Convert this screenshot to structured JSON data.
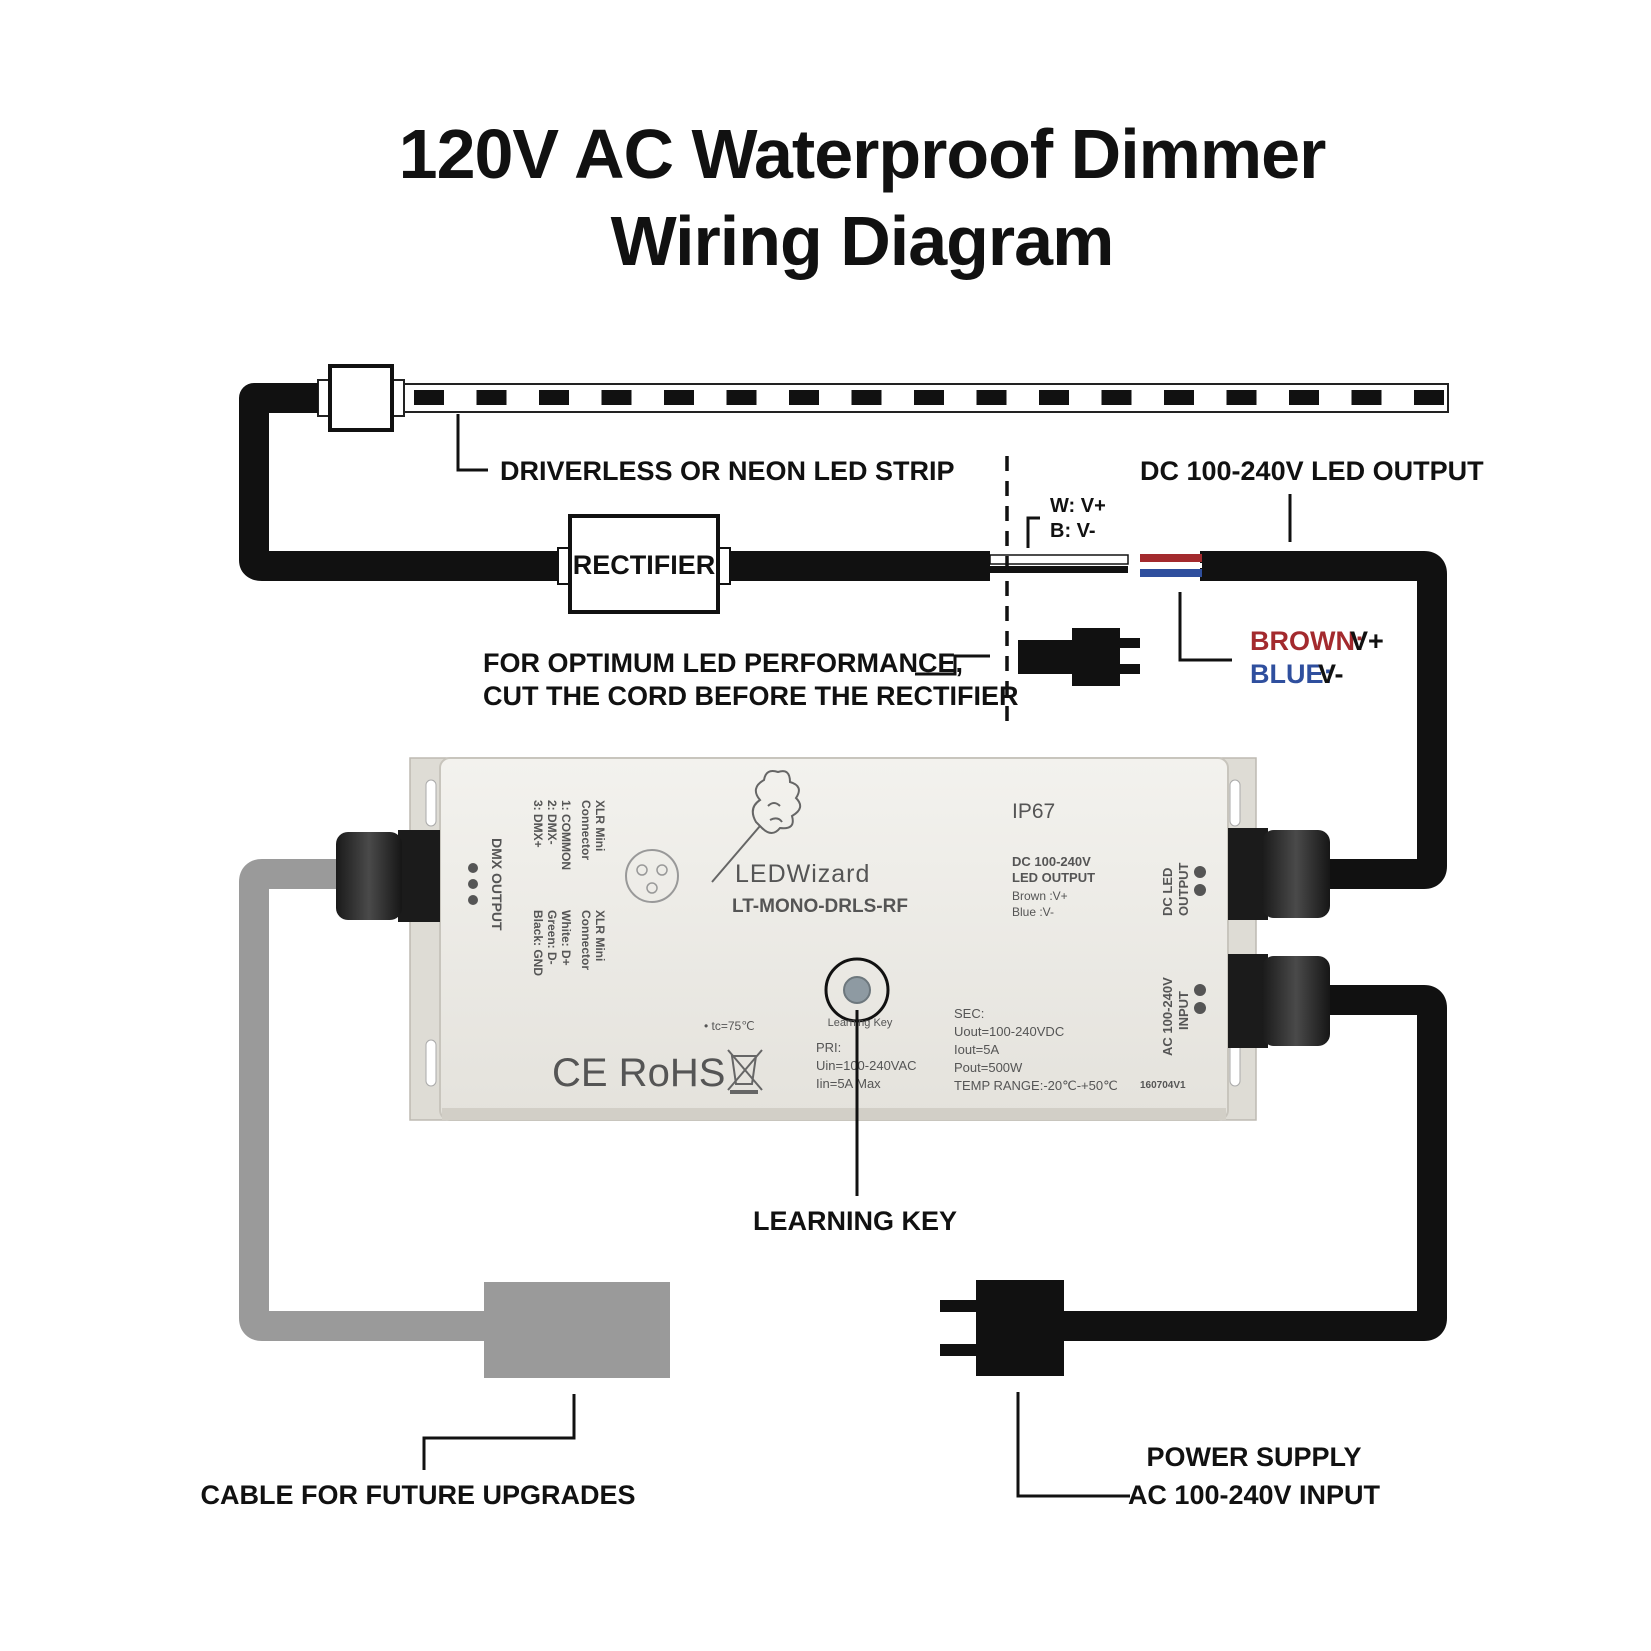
{
  "title": {
    "line1": "120V AC Waterproof Dimmer",
    "line2": "Wiring Diagram"
  },
  "labels": {
    "led_strip": "DRIVERLESS OR NEON LED STRIP",
    "rectifier": "RECTIFIER",
    "dc_output": "DC 100-240V LED OUTPUT",
    "wire_white": "W: V+",
    "wire_black": "B: V-",
    "brown_word": "BROWN:",
    "brown_value": "V+",
    "blue_word": "BLUE:",
    "blue_value": "V-",
    "optimum_line1": "FOR OPTIMUM LED PERFORMANCE,",
    "optimum_line2": "CUT THE CORD BEFORE THE RECTIFIER",
    "learning_key": "LEARNING KEY",
    "cable_upgrades": "CABLE FOR FUTURE UPGRADES",
    "power_line1": "POWER SUPPLY",
    "power_line2": "AC 100-240V INPUT"
  },
  "device": {
    "brand": "LEDWizard",
    "model": "LT-MONO-DRLS-RF",
    "ip_rating": "IP67",
    "dc_out_title": "DC 100-240V",
    "dc_out_sub": "LED OUTPUT",
    "brown_pin": "Brown :V+",
    "blue_pin": "Blue :V-",
    "port_dc": "DC LED",
    "port_dc2": "OUTPUT",
    "port_ac": "AC 100-240V",
    "port_ac2": "INPUT",
    "dmx_output": "DMX OUTPUT",
    "xlr1_title": "XLR Mini",
    "xlr1_sub": "Connector",
    "xlr1_pin1": "1: COMMON",
    "xlr1_pin2": "2: DMX-",
    "xlr1_pin3": "3: DMX+",
    "xlr2_title": "XLR Mini",
    "xlr2_sub": "Connector",
    "xlr2_pin1": "White: D+",
    "xlr2_pin2": "Green: D-",
    "xlr2_pin3": "Black: GND",
    "tc": "• tc=75℃",
    "learning_key_small": "Learning Key",
    "pri": "PRI:",
    "uin": "Uin=100-240VAC",
    "iin": "Iin=5A Max",
    "sec": "SEC:",
    "uout": "Uout=100-240VDC",
    "iout": "Iout=5A",
    "pout": "Pout=500W",
    "temp": "TEMP RANGE:-20℃-+50℃",
    "code": "160704V1",
    "cert": "CE RoHS"
  },
  "colors": {
    "wire": "#111111",
    "upgrade_cable": "#9a9a9a",
    "brown": "#a32a2e",
    "blue": "#2f4f9e",
    "device_body": "#eeece6"
  },
  "icons": {
    "brand_logo": "wizard-logo-icon",
    "xlr_port": "xlr-socket-icon",
    "disposal": "crossed-bin-icon",
    "plug": "plug-icon"
  }
}
